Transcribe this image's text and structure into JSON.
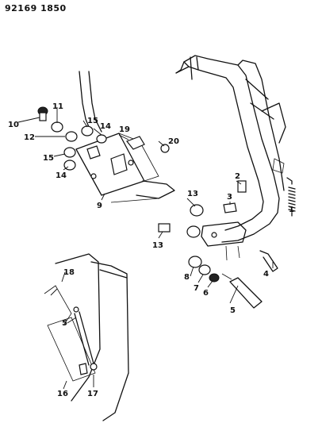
{
  "header": {
    "code": "92169 1850"
  },
  "callouts": {
    "c1": "1",
    "c2": "2",
    "c3": "3",
    "c4": "4",
    "c5a": "5",
    "c5b": "5",
    "c6": "6",
    "c7": "7",
    "c8": "8",
    "c9": "9",
    "c10": "10",
    "c11": "11",
    "c12": "12",
    "c13a": "13",
    "c13b": "13",
    "c14a": "14",
    "c14b": "14",
    "c15a": "15",
    "c15b": "15",
    "c16": "16",
    "c17": "17",
    "c18": "18",
    "c19": "19",
    "c20": "20"
  }
}
